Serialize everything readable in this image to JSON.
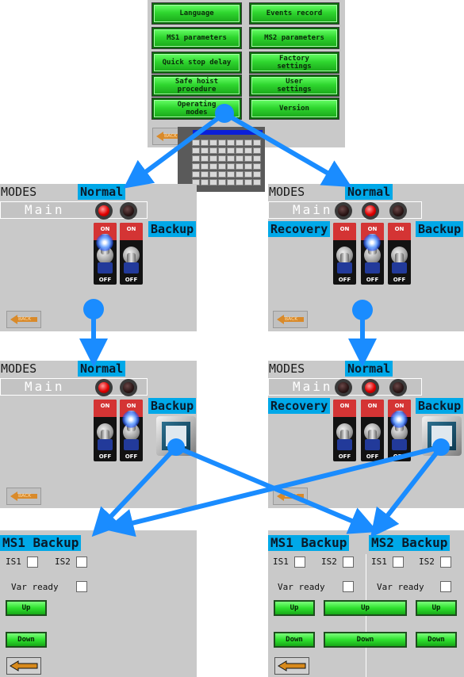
{
  "menu": {
    "left": [
      {
        "label": "Language"
      },
      {
        "label": "MS1 parameters"
      },
      {
        "label": "Quick stop delay"
      },
      {
        "label": "Safe hoist\nprocedure"
      },
      {
        "label": "Operating\nmodes"
      }
    ],
    "right": [
      {
        "label": "Events record"
      },
      {
        "label": "MS2 parameters"
      },
      {
        "label": "Factory\nsettings"
      },
      {
        "label": "User\nsettings"
      },
      {
        "label": "Version"
      }
    ],
    "back_label": "BACK"
  },
  "modes_screens": {
    "title": "MODES",
    "normal_label": "Normal",
    "main_label": "Main",
    "backup_label": "Backup",
    "recovery_label": "Recovery",
    "switch_on_label": "ON",
    "switch_off_label": "OFF",
    "back_label": "BACK"
  },
  "ms1_screen": {
    "title": "MS1 Backup",
    "is1_label": "IS1",
    "is2_label": "IS2",
    "var_ready_label": "Var ready",
    "up_label": "Up",
    "down_label": "Down"
  },
  "ms2_screen": {
    "ms1_title": "MS1 Backup",
    "ms2_title": "MS2 Backup",
    "is1_label": "IS1",
    "is2_label": "IS2",
    "var_ready_label": "Var ready",
    "up_label": "Up",
    "down_label": "Down"
  },
  "colors": {
    "accent_cyan": "#00a8e8",
    "button_green": "#2fd62f",
    "arrow_blue": "#1a8cff",
    "lamp_red": "#e00000",
    "switch_red": "#d43434"
  }
}
